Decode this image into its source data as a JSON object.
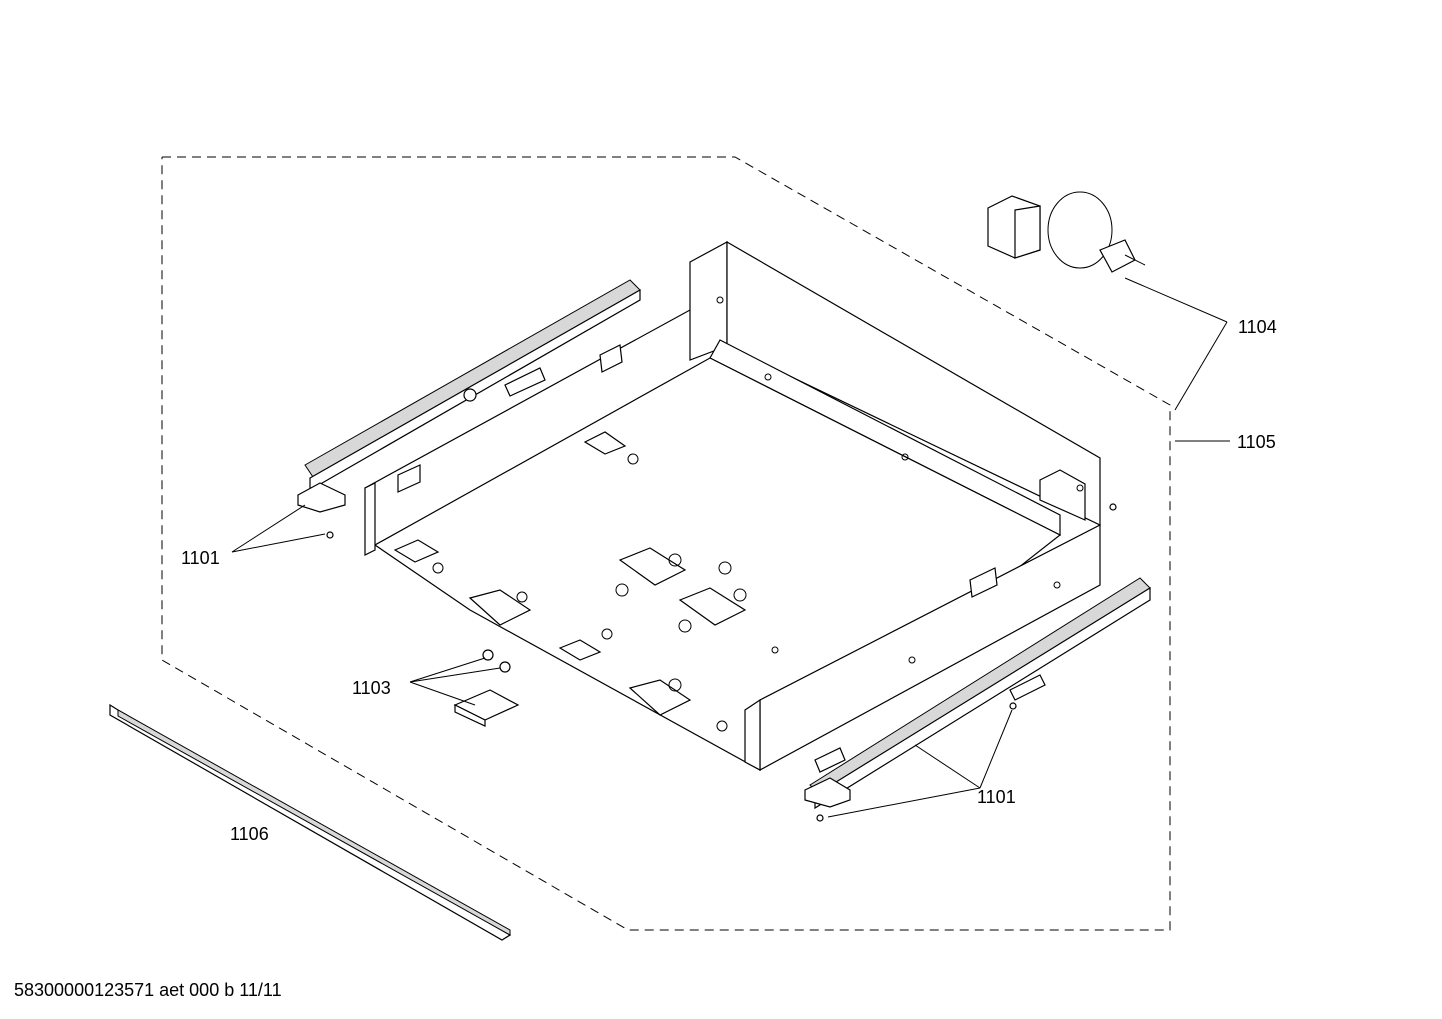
{
  "labels": {
    "rail_left": "1101",
    "rail_right": "1101",
    "bracket": "1103",
    "cable": "1104",
    "drawer": "1105",
    "strip": "1106"
  },
  "footer": "58300000123571 aet 000 b 11/11"
}
